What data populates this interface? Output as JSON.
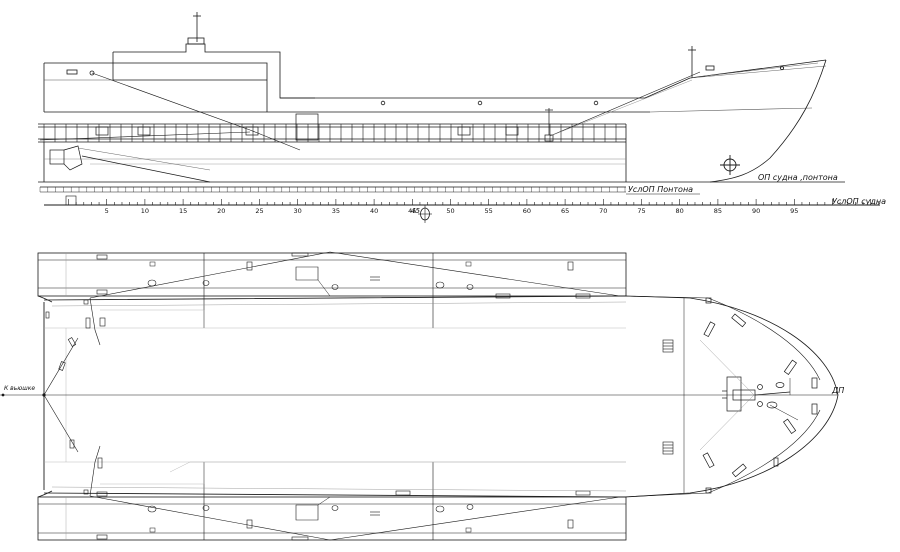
{
  "labels": {
    "pontoon_baseline": "УслОП Понтона",
    "vessel_baseline": "ОП судна ,понтона",
    "vessel_baseline_scale": "УслОП судна",
    "frame_section": "45",
    "center_plane": "ДП",
    "to_winch": "К вьюшке"
  },
  "frame_scale": {
    "labels": [
      "5",
      "10",
      "15",
      "20",
      "25",
      "30",
      "35",
      "40",
      "45",
      "50",
      "55",
      "60",
      "65",
      "70",
      "75",
      "80",
      "85",
      "90",
      "95"
    ]
  },
  "colors": {
    "line": "#1a1a1a",
    "thin": "#555555",
    "faint": "#9a9a9a",
    "background": "#ffffff"
  }
}
